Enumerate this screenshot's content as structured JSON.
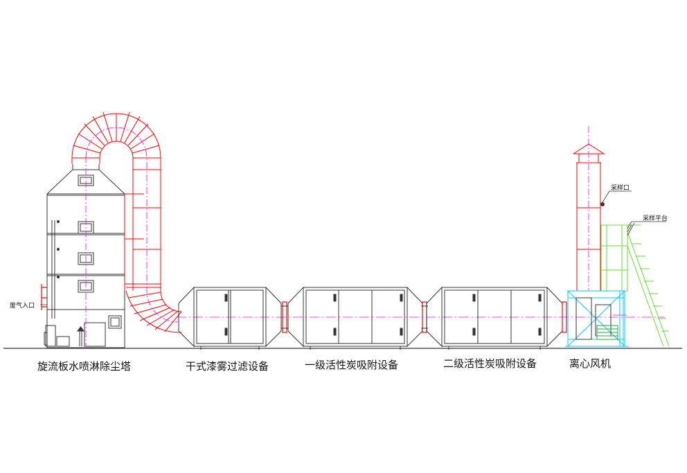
{
  "labels": {
    "tower": "旋流板水喷淋除尘塔",
    "dry_filter": "干式漆雾过滤设备",
    "carbon_1": "一级活性炭吸附设备",
    "carbon_2": "二级活性炭吸附设备",
    "fan": "离心风机",
    "inlet": "废气入口",
    "sampling_port": "采样口",
    "sampling_platform": "采样平台"
  },
  "colors": {
    "outline": "#333333",
    "duct": "#ff0000",
    "centerline": "#ff00ff",
    "fan_frame": "#00ccff",
    "platform": "#66dd33",
    "motor": "#22aa44",
    "accent_dark": "#333366"
  }
}
